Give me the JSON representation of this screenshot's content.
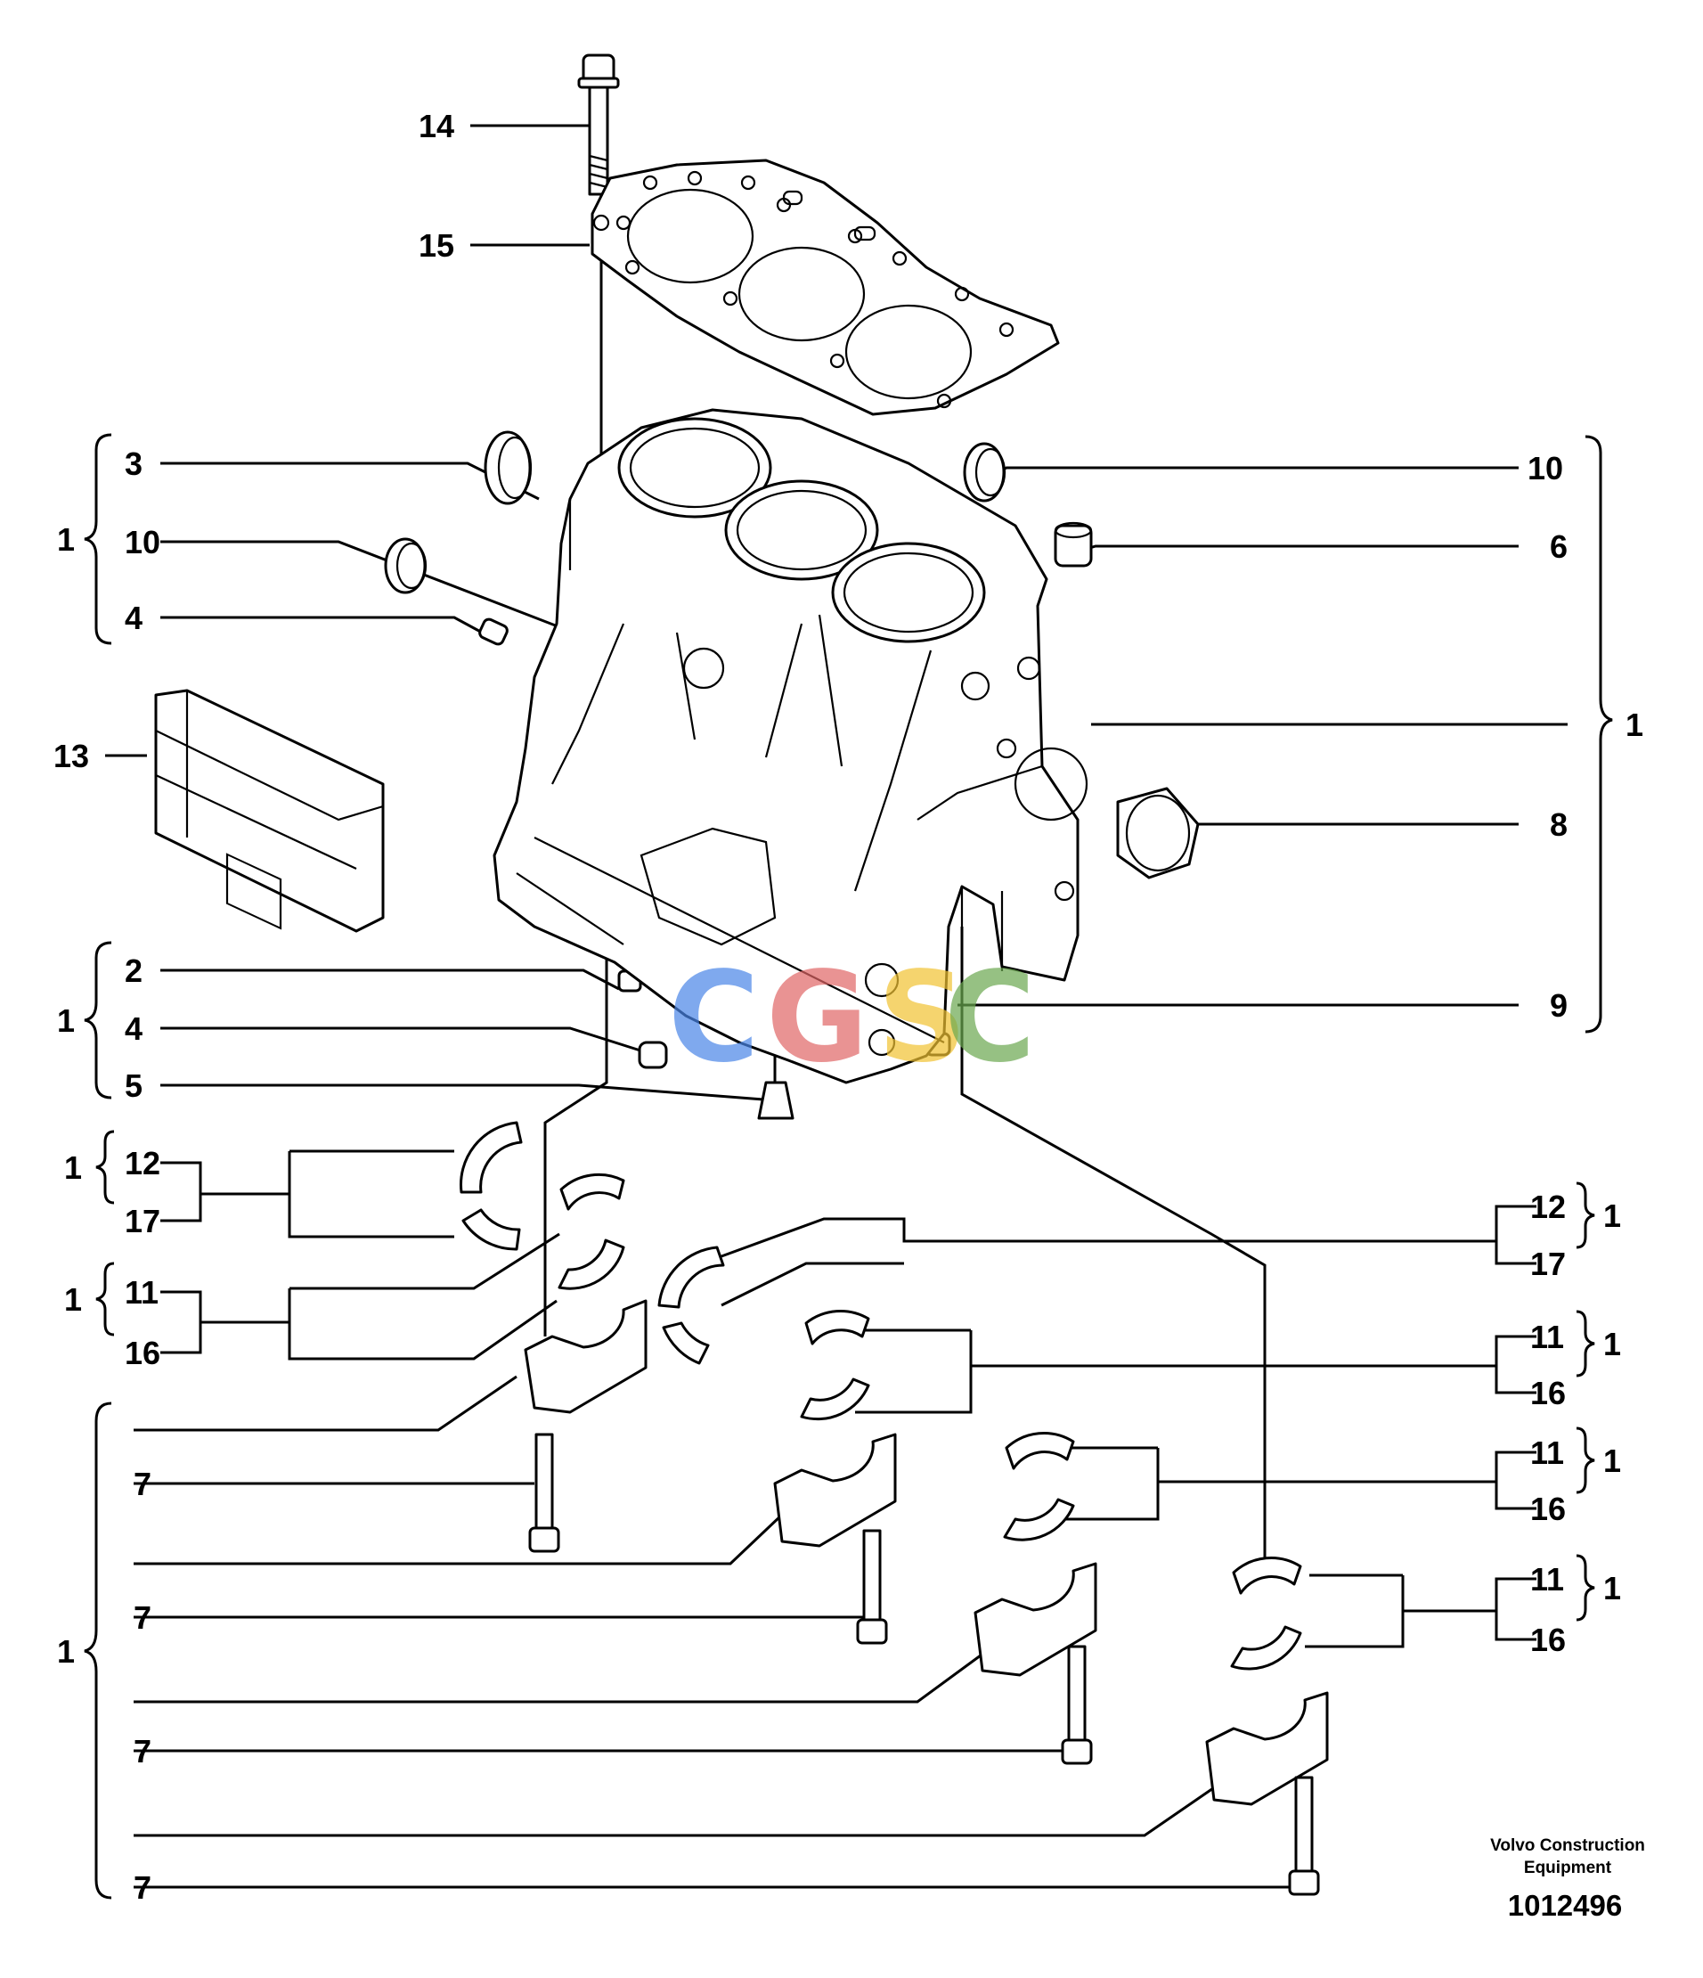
{
  "labels": {
    "n14": "14",
    "n15": "15",
    "n3": "3",
    "n10a": "10",
    "n4a": "4",
    "n1a": "1",
    "n13": "13",
    "n2": "2",
    "n4b": "4",
    "n5": "5",
    "n1b": "1",
    "n10b": "10",
    "n6": "6",
    "n1c": "1",
    "n8": "8",
    "n9": "9",
    "n1d": "1",
    "n12a": "12",
    "n17a": "17",
    "n1e": "1",
    "n11a": "11",
    "n16a": "16",
    "n12b": "12",
    "n17b": "17",
    "n1f": "1",
    "n11b": "11",
    "n16b": "16",
    "n1g": "1",
    "n11c": "11",
    "n16c": "16",
    "n1h": "1",
    "n11d": "11",
    "n16d": "16",
    "n1i": "1",
    "n1j": "1",
    "n7a": "7",
    "n7b": "7",
    "n7c": "7",
    "n7d": "7"
  },
  "footer": {
    "brand_line1": "Volvo Construction",
    "brand_line2": "Equipment",
    "doc_number": "1012496"
  },
  "watermark": {
    "letters": [
      "C",
      "G",
      "S",
      "C"
    ],
    "colors": [
      "#4a86e8",
      "#e06666",
      "#f1c232",
      "#6aa84f"
    ]
  }
}
